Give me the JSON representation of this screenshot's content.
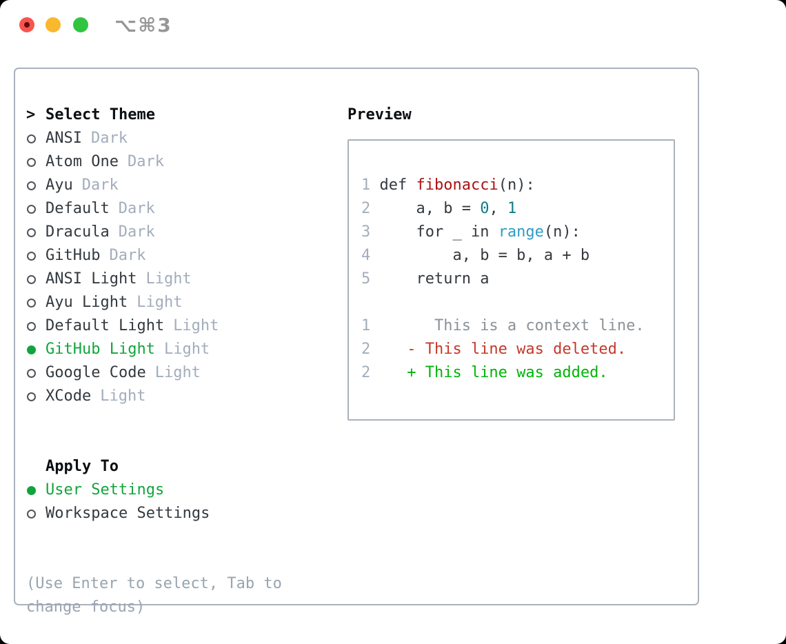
{
  "palette": {
    "tl-red": "#f8544e",
    "tl-yellow": "#f9b82d",
    "tl-green": "#30c441",
    "title-gray": "#979799",
    "border-gray": "#a9b1bb",
    "ink-black": "#0c0f12",
    "ink-dark": "#33393f",
    "tag-gray": "#a2adbb",
    "hint-gray": "#98a4b0",
    "linenum-gray": "#a3adbb",
    "radio-ring": "#4d545b",
    "accent-green": "#12a43c",
    "syntax-red": "#a81212",
    "syntax-teal": "#0f7b86",
    "syntax-blue": "#2d9cc6",
    "diff-ctx": "#8b9299",
    "diff-del": "#c4382a",
    "diff-add": "#00b409"
  },
  "titlebar": {
    "title": "⌥⌘3",
    "close_label": "close",
    "minimize_label": "minimize",
    "zoom_label": "zoom"
  },
  "theme_list": {
    "cursor": ">",
    "header": "Select Theme",
    "items": [
      {
        "name": "ANSI",
        "tag": "Dark",
        "selected": false
      },
      {
        "name": "Atom One",
        "tag": "Dark",
        "selected": false
      },
      {
        "name": "Ayu",
        "tag": "Dark",
        "selected": false
      },
      {
        "name": "Default",
        "tag": "Dark",
        "selected": false
      },
      {
        "name": "Dracula",
        "tag": "Dark",
        "selected": false
      },
      {
        "name": "GitHub",
        "tag": "Dark",
        "selected": false
      },
      {
        "name": "ANSI Light",
        "tag": "Light",
        "selected": false
      },
      {
        "name": "Ayu Light",
        "tag": "Light",
        "selected": false
      },
      {
        "name": "Default Light",
        "tag": "Light",
        "selected": false
      },
      {
        "name": "GitHub Light",
        "tag": "Light",
        "selected": true
      },
      {
        "name": "Google Code",
        "tag": "Light",
        "selected": false
      },
      {
        "name": "XCode",
        "tag": "Light",
        "selected": false
      }
    ]
  },
  "apply_to": {
    "header": "Apply To",
    "options": [
      {
        "label": "User Settings",
        "selected": true
      },
      {
        "label": "Workspace Settings",
        "selected": false
      }
    ]
  },
  "hint": "(Use Enter to select, Tab to change focus)",
  "preview": {
    "header": "Preview",
    "lines": [
      {
        "segments": [
          [
            "ln",
            "1"
          ],
          [
            "code",
            " def "
          ],
          [
            "red",
            "fibonacci"
          ],
          [
            "code",
            "(n):"
          ]
        ]
      },
      {
        "segments": [
          [
            "ln",
            "2"
          ],
          [
            "code",
            "     a, b = "
          ],
          [
            "teal",
            "0"
          ],
          [
            "code",
            ", "
          ],
          [
            "teal",
            "1"
          ]
        ]
      },
      {
        "segments": [
          [
            "ln",
            "3"
          ],
          [
            "code",
            "     for _ in "
          ],
          [
            "blue",
            "range"
          ],
          [
            "code",
            "(n):"
          ]
        ]
      },
      {
        "segments": [
          [
            "ln",
            "4"
          ],
          [
            "code",
            "         a, b = b, a + b"
          ]
        ]
      },
      {
        "segments": [
          [
            "ln",
            "5"
          ],
          [
            "code",
            "     return a"
          ]
        ]
      },
      {
        "segments": []
      },
      {
        "segments": [
          [
            "ln",
            "1"
          ],
          [
            "ctx",
            "       This is a context line."
          ]
        ]
      },
      {
        "segments": [
          [
            "ln",
            "2"
          ],
          [
            "del",
            "    - This line was deleted."
          ]
        ]
      },
      {
        "segments": [
          [
            "ln",
            "2"
          ],
          [
            "add",
            "    + This line was added."
          ]
        ]
      }
    ]
  }
}
